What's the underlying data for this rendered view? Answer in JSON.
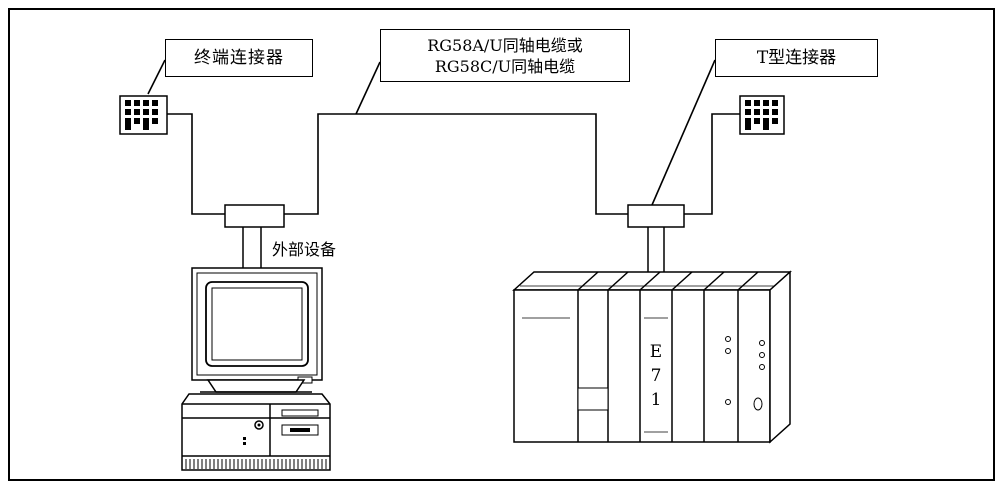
{
  "labels": {
    "terminator": "终端连接器",
    "cable_line1": "RG58A/U同轴电缆或",
    "cable_line2": "RG58C/U同轴电缆",
    "t_connector": "T型连接器",
    "external_device": "外部设备"
  },
  "plc": {
    "module_chars": [
      "E",
      "7",
      "1"
    ]
  },
  "colors": {
    "line": "#000000",
    "background": "#ffffff"
  }
}
